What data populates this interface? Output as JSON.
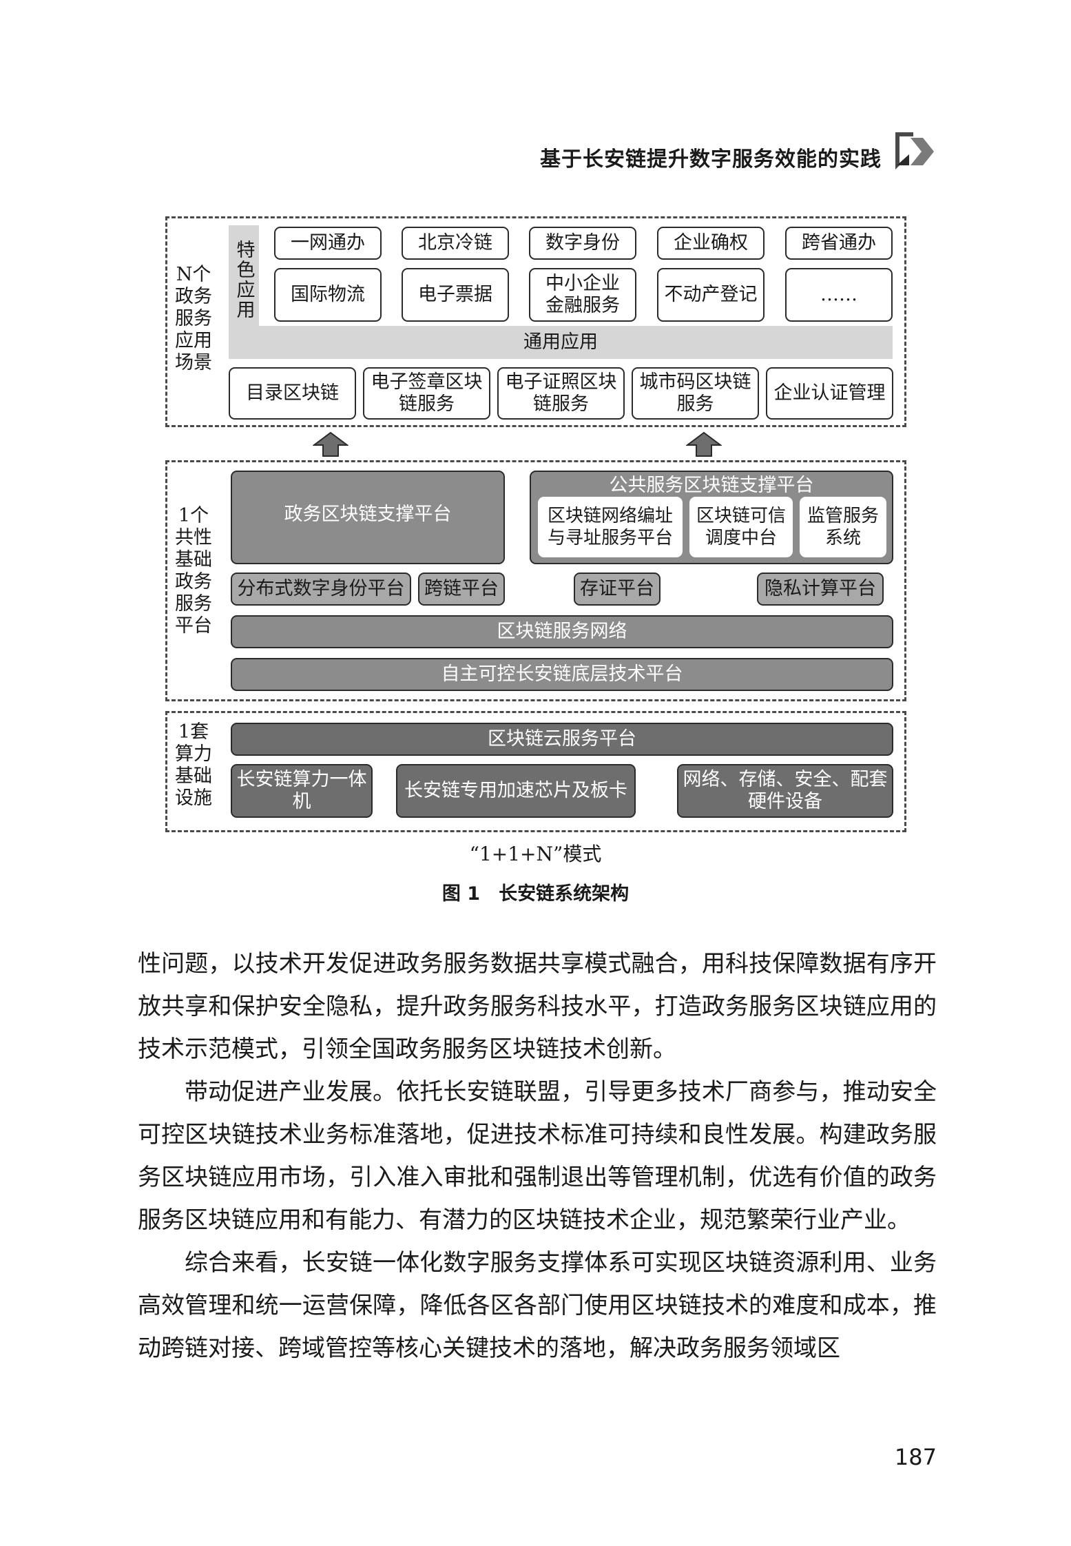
{
  "header": {
    "title": "基于长安链提升数字服务效能的实践"
  },
  "figure": {
    "layer_apps": {
      "side_label": "N个\n政务\n服务\n应用\n场景",
      "featured_tag": "特色应用",
      "featured_apps": [
        "一网通办",
        "北京冷链",
        "数字身份",
        "企业确权",
        "跨省通办",
        "国际物流",
        "电子票据",
        "中小企业\n金融服务",
        "不动产登记",
        "……"
      ],
      "general_bar": "通用应用",
      "general_apps": [
        "目录区块链",
        "电子签章区块\n链服务",
        "电子证照区块\n链服务",
        "城市码区块链\n服务",
        "企业认证管理"
      ]
    },
    "layer_platform": {
      "side_label": "1个\n共性\n基础\n政务\n服务\n平台",
      "gov_platform": "政务区块链支撑平台",
      "public_platform": "公共服务区块链支撑平台",
      "public_sub": [
        "区块链网络编址\n与寻址服务平台",
        "区块链可信\n调度中台",
        "监管服务\n系统"
      ],
      "components": [
        "分布式数字身份平台",
        "跨链平台",
        "存证平台",
        "隐私计算平台"
      ],
      "network": "区块链服务网络",
      "base": "自主可控长安链底层技术平台"
    },
    "layer_infra": {
      "side_label": "1套\n算力\n基础\n设施",
      "cloud": "区块链云服务平台",
      "hardware": [
        "长安链算力一体机",
        "长安链专用加速芯片及板卡",
        "网络、存储、安全、配套\n硬件设备"
      ]
    },
    "mode_caption": "“1+1+N”模式",
    "figure_caption": "图 1　长安链系统架构"
  },
  "body": {
    "paragraphs": [
      "性问题，以技术开发促进政务服务数据共享模式融合，用科技保障数据有序开放共享和保护安全隐私，提升政务服务科技水平，打造政务服务区块链应用的技术示范模式，引领全国政务服务区块链技术创新。",
      "带动促进产业发展。依托长安链联盟，引导更多技术厂商参与，推动安全可控区块链技术业务标准落地，促进技术标准可持续和良性发展。构建政务服务区块链应用市场，引入准入审批和强制退出等管理机制，优选有价值的政务服务区块链应用和有能力、有潜力的区块链技术企业，规范繁荣行业产业。",
      "综合来看，长安链一体化数字服务支撑体系可实现区块链资源利用、业务高效管理和统一运营保障，降低各区各部门使用区块链技术的难度和成本，推动跨链对接、跨域管控等核心关键技术的落地，解决政务服务领域区"
    ]
  },
  "page_number": "187",
  "colors": {
    "gray_box": "#8c8c8c",
    "dark_box": "#6e6e6e",
    "light_bar": "#d6d6d6",
    "border": "#2a2a2a"
  }
}
